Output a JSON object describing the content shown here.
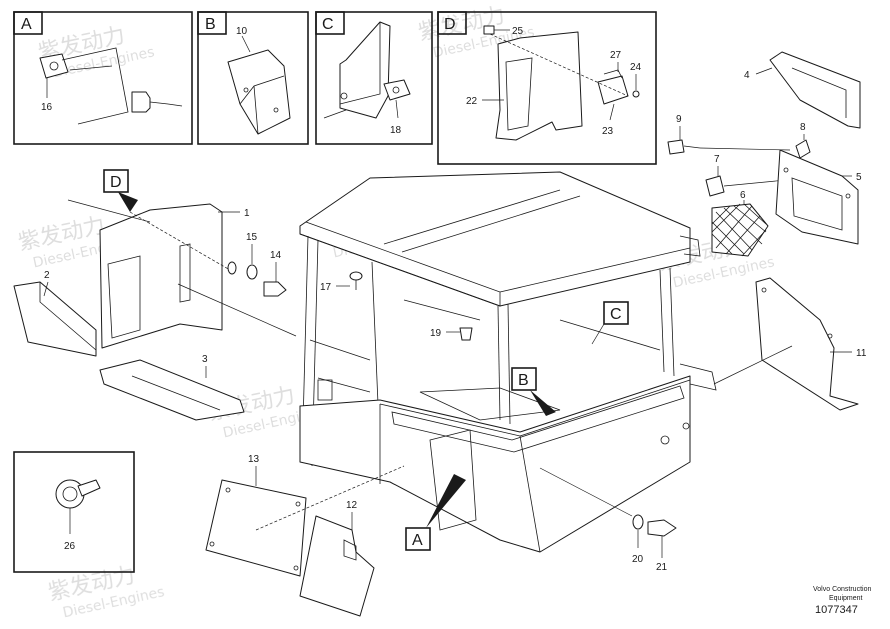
{
  "watermark": {
    "cn": "紫发动力",
    "en": "Diesel-Engines"
  },
  "footer": {
    "brand_line1": "Volvo Construction",
    "brand_line2": "Equipment",
    "drawing_number": "1077347"
  },
  "detail_boxes": {
    "A": "A",
    "B": "B",
    "C": "C",
    "D": "D"
  },
  "callout_letters": {
    "D": "D",
    "C": "C",
    "B": "B",
    "A": "A"
  },
  "part_numbers": {
    "p1": "1",
    "p2": "2",
    "p3": "3",
    "p4": "4",
    "p5": "5",
    "p6": "6",
    "p7": "7",
    "p8": "8",
    "p9": "9",
    "p10": "10",
    "p11": "11",
    "p12": "12",
    "p13": "13",
    "p14": "14",
    "p15": "15",
    "p16": "16",
    "p17": "17",
    "p18": "18",
    "p19": "19",
    "p20": "20",
    "p21": "21",
    "p22": "22",
    "p23": "23",
    "p24": "24",
    "p25": "25",
    "p26": "26",
    "p27": "27"
  }
}
